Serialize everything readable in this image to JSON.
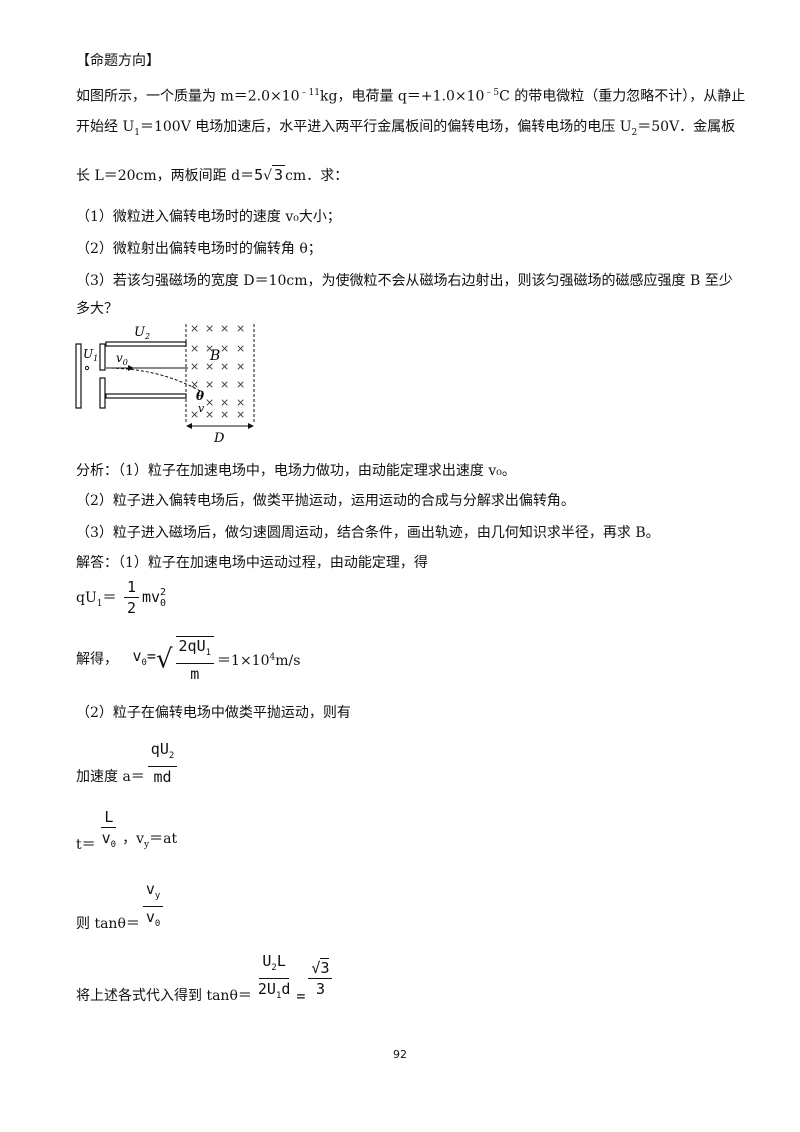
{
  "heading": "【命题方向】",
  "problem": {
    "l1a": "如图所示，一个质量为 m＝2.0×10",
    "l1b": "kg，电荷量 q＝+1.0×10",
    "l1c": "C 的带电微粒（重力忽略不计），从静止",
    "exp_m": "﹣11",
    "exp_q": "﹣5",
    "l2a": "开始经 U",
    "l2b": "＝100V 电场加速后，水平进入两平行金属板间的偏转电场，偏转电场的电压 U",
    "l2c": "＝50V．金属板",
    "sub1": "1",
    "sub2": "2",
    "l3a": "长 L＝20cm，两板间距 d＝",
    "l3_5": "5",
    "l3_3": "3",
    "l3b": "cm．求：",
    "q1": "（1）微粒进入偏转电场时的速度 v₀大小；",
    "q2": "（2）微粒射出偏转电场时的偏转角 θ；",
    "q3a": "（3）若该匀强磁场的宽度 D＝10cm，为使微粒不会从磁场右边射出，则该匀强磁场的磁感应强度 B 至少",
    "q3b": "多大？"
  },
  "figure": {
    "U2": "U",
    "U2sub": "2",
    "U1": "U",
    "U1sub": "1",
    "v0": "v",
    "v0sub": "0",
    "B": "B",
    "theta": "θ",
    "v": "v",
    "D": "D",
    "cross": "×"
  },
  "analysis": {
    "a1": "分析：（1）粒子在加速电场中，电场力做功，由动能定理求出速度 v₀。",
    "a2": "（2）粒子进入偏转电场后，做类平抛运动，运用运动的合成与分解求出偏转角。",
    "a3": "（3）粒子进入磁场后，做匀速圆周运动，结合条件，画出轨迹，由几何知识求半径，再求 B。"
  },
  "solution": {
    "s1": "解答：（1）粒子在加速电场中运动过程，由动能定理，得",
    "eq1_left": "qU",
    "eq1_left_sub": "1",
    "eq1_eq": "＝",
    "eq1_num": "1",
    "eq1_den": "2",
    "eq1_mv": "mv",
    "eq1_sup": "2",
    "eq1_sub": "0",
    "s2_label": "解得，",
    "s2_v": "v",
    "s2_vsub": "0",
    "s2_eq": "=",
    "s2_num": "2qU",
    "s2_numsub": "1",
    "s2_den": "m",
    "s2_result": "＝1×10",
    "s2_exp": "4",
    "s2_unit": "m/s",
    "s3": "（2）粒子在偏转电场中做类平抛运动，则有",
    "acc_label": "加速度 a＝",
    "acc_num": "qU",
    "acc_numsub": "2",
    "acc_den": "md",
    "t_label": "t＝",
    "t_num": "L",
    "t_den": "v",
    "t_densub": "0",
    "vy": "，v",
    "vy_sub": "y",
    "vy_rest": "＝at",
    "tan_label": "则 tanθ＝",
    "tan_num": "v",
    "tan_numsub": "y",
    "tan_den": "v",
    "tan_densub": "0",
    "final_label": "将上述各式代入得到 tanθ＝",
    "final_num": "U",
    "final_numsub": "2",
    "final_numL": "L",
    "final_den": "2U",
    "final_densub": "1",
    "final_dend": "d",
    "final_eq": "=",
    "final_rnum": "3",
    "final_rden": "3"
  },
  "page_number": "92"
}
